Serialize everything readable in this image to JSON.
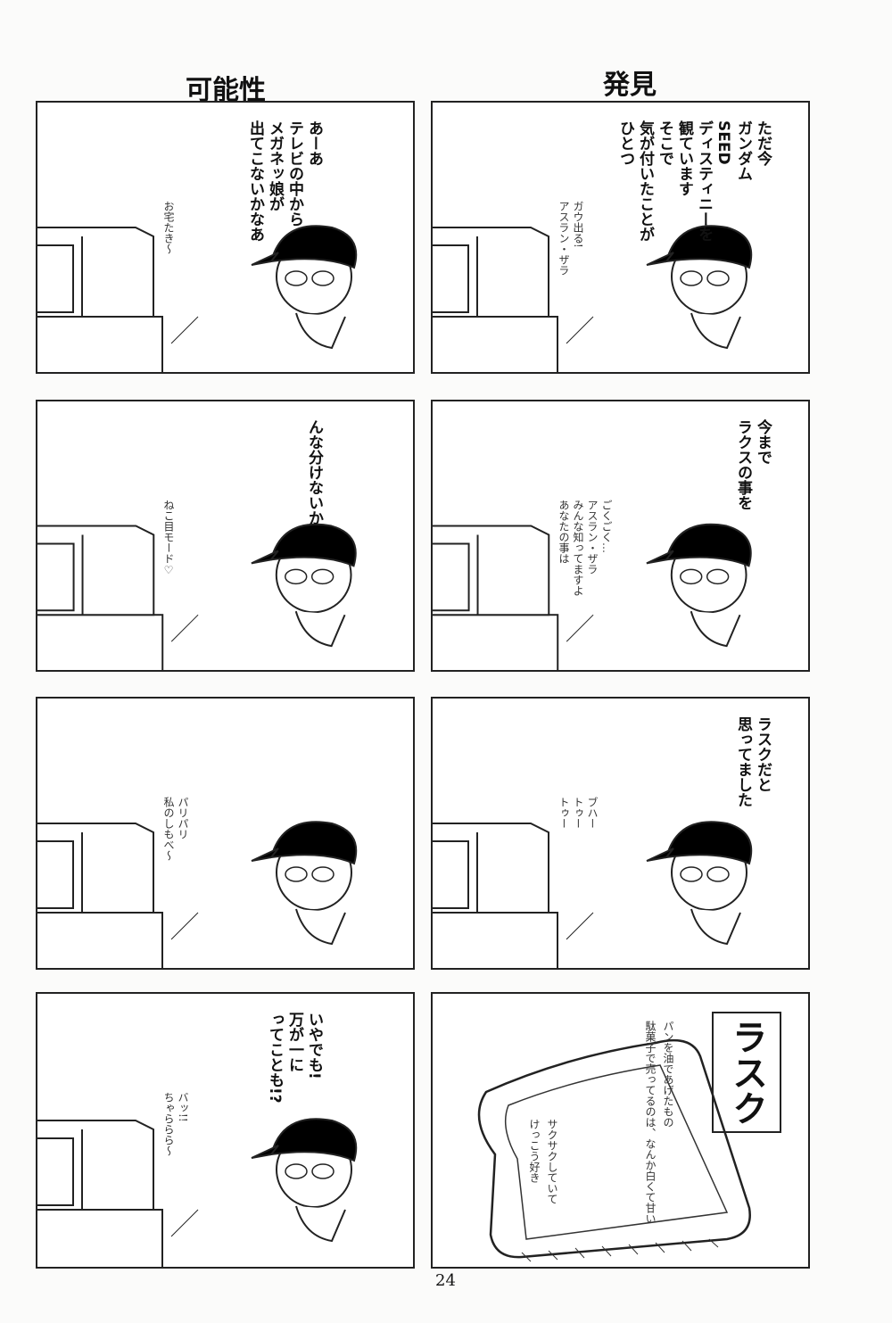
{
  "titles": {
    "left": "可能性",
    "right": "発見"
  },
  "panels": [
    {
      "lines": [
        "あーあ",
        "テレビの中から",
        "メガネッ娘が",
        "出てこないかなあ"
      ],
      "hand": [
        "お宅たき〜"
      ]
    },
    {
      "lines": [
        "ただ今",
        "ガンダム",
        "SEED",
        "ディスティニーを",
        "観ています",
        "そこで",
        "気が付いたことが",
        "ひとつ"
      ],
      "hand": [
        "アスラン・ザラ",
        "ガウ出る!"
      ]
    },
    {
      "lines": [
        "んな分けないか"
      ],
      "hand": [
        "ねこ目モード♡"
      ]
    },
    {
      "lines": [
        "今まで",
        "ラクスの事を"
      ],
      "hand": [
        "あなたの事は",
        "みんな知ってますよ",
        "アスラン・ザラ",
        "ごくごく…"
      ]
    },
    {
      "lines": [],
      "hand": [
        "私のしもべ〜",
        "パリパリ"
      ]
    },
    {
      "lines": [
        "ラスクだと",
        "思ってました"
      ],
      "hand": [
        "トゥー",
        "トゥー",
        "ブハー"
      ]
    },
    {
      "lines": [
        "いやでも!",
        "万が一に",
        "ってことも!?"
      ],
      "hand": [
        "ちゃららら〜",
        "バッ!!"
      ]
    },
    {
      "box": "ラスク",
      "hand": [
        "パンを油であげたもの",
        "駄菓子で売ってるのは、なんか白くて甘い",
        "サクサクしていて",
        "けっこう好き"
      ]
    }
  ],
  "page_number": "24"
}
